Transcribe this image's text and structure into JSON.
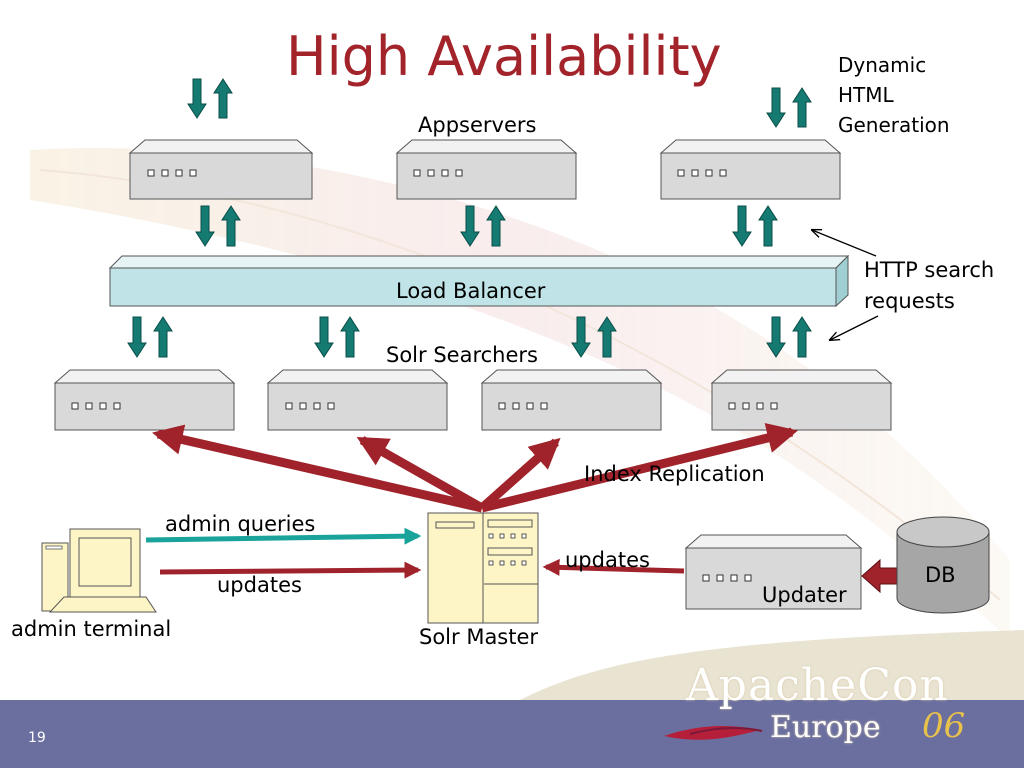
{
  "slide": {
    "title": "High Availability",
    "page_number": "19"
  },
  "labels": {
    "appservers": "Appservers",
    "dynamic_html": [
      "Dynamic",
      "HTML",
      "Generation"
    ],
    "load_balancer": "Load Balancer",
    "http_search": [
      "HTTP search",
      "requests"
    ],
    "solr_searchers": "Solr Searchers",
    "index_replication": "Index Replication",
    "admin_queries": "admin queries",
    "updates_left": "updates",
    "updates_right": "updates",
    "admin_terminal": "admin terminal",
    "solr_master": "Solr Master",
    "updater": "Updater",
    "db": "DB"
  },
  "footer": {
    "conference_line1": "ApacheCon",
    "conference_line2": "Europe",
    "conference_year": "06"
  },
  "colors": {
    "title": "#a3232b",
    "teal_arrow": "#147a72",
    "red_arrow": "#a0232b",
    "server_face": "#d9d9d9",
    "load_balancer": "#bfe3e6",
    "footer_band": "#6b6fa0",
    "master_body": "#fdf5c6",
    "terminal_body": "#fdf5c6",
    "db_cylinder": "#a6a6a6"
  },
  "icons": [
    "up-down-arrow-pair-icon",
    "server-box-icon",
    "desktop-terminal-icon",
    "tower-server-icon",
    "database-cylinder-icon",
    "feather-logo-icon"
  ]
}
